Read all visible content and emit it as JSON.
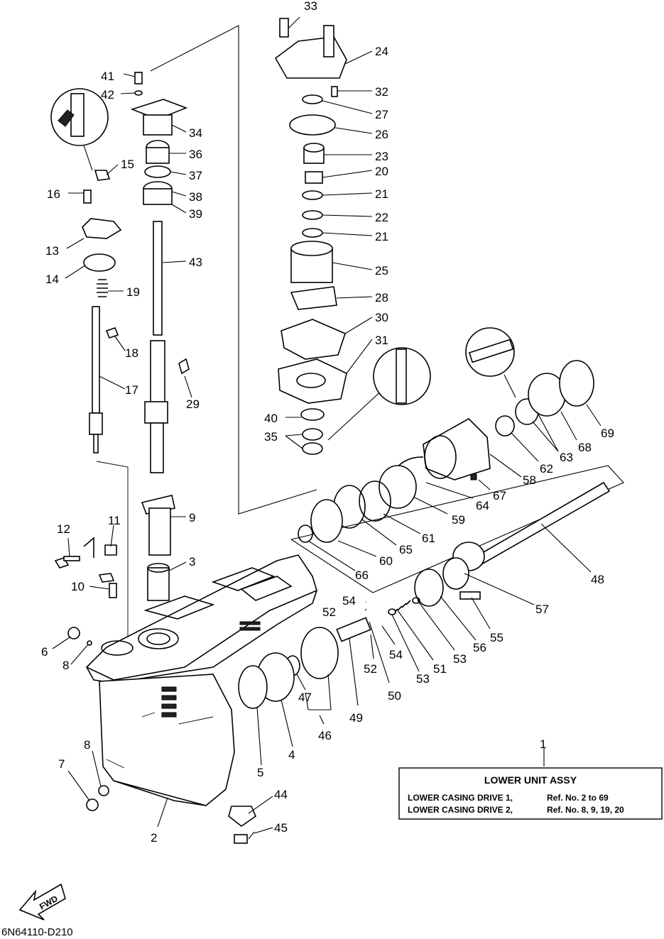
{
  "refs": {
    "r1": "1",
    "r2": "2",
    "r3": "3",
    "r4": "4",
    "r5": "5",
    "r6": "6",
    "r7": "7",
    "r8a": "8",
    "r8b": "8",
    "r9": "9",
    "r10": "10",
    "r11": "11",
    "r12": "12",
    "r13": "13",
    "r14": "14",
    "r15": "15",
    "r16": "16",
    "r17": "17",
    "r18": "18",
    "r19": "19",
    "r20": "20",
    "r21a": "21",
    "r21b": "21",
    "r22": "22",
    "r23": "23",
    "r24": "24",
    "r25": "25",
    "r26": "26",
    "r27": "27",
    "r28": "28",
    "r29": "29",
    "r30": "30",
    "r31": "31",
    "r32": "32",
    "r33": "33",
    "r34": "34",
    "r35": "35",
    "r36": "36",
    "r37": "37",
    "r38": "38",
    "r39": "39",
    "r40": "40",
    "r41": "41",
    "r42": "42",
    "r43": "43",
    "r44": "44",
    "r45": "45",
    "r46": "46",
    "r47": "47",
    "r48": "48",
    "r49": "49",
    "r50": "50",
    "r51": "51",
    "r52a": "52",
    "r52b": "52",
    "r53a": "53",
    "r53b": "53",
    "r54a": "54",
    "r54b": "54",
    "r55": "55",
    "r56": "56",
    "r57": "57",
    "r58": "58",
    "r59": "59",
    "r60": "60",
    "r61": "61",
    "r62": "62",
    "r63": "63",
    "r64": "64",
    "r65": "65",
    "r66": "66",
    "r67": "67",
    "r68": "68",
    "r69": "69"
  },
  "legend": {
    "title": "LOWER UNIT ASSY",
    "row1_name": "LOWER CASING DRIVE 1,",
    "row1_refs": "Ref. No. 2 to 69",
    "row2_name": "LOWER CASING DRIVE 2,",
    "row2_refs": "Ref. No. 8, 9, 19, 20"
  },
  "fwd_label": "FWD",
  "diagram_code": "6N64110-D210"
}
